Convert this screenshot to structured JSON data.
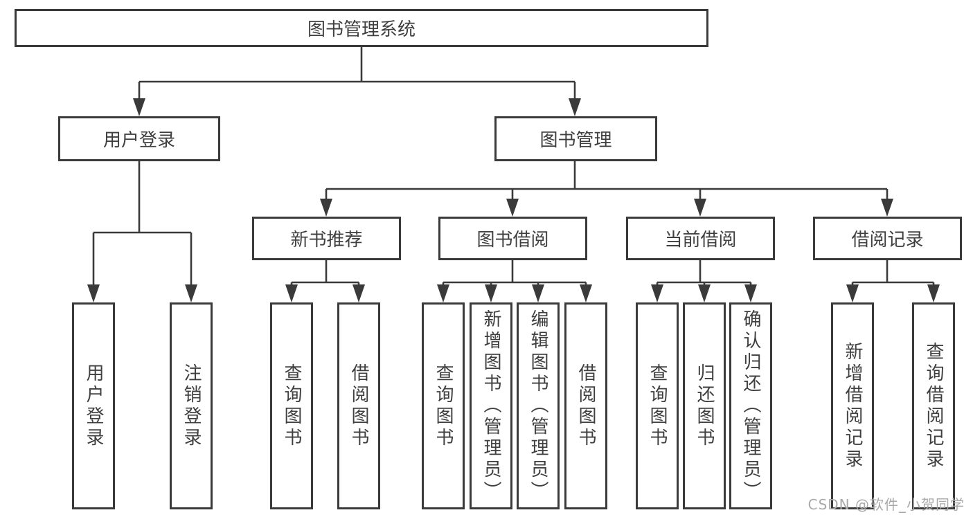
{
  "title": "图书管理系统",
  "tree": {
    "label": "图书管理系统",
    "children": [
      {
        "label": "用户登录",
        "children": [
          {
            "label": "用户登录"
          },
          {
            "label": "注销登录"
          }
        ]
      },
      {
        "label": "图书管理",
        "children": [
          {
            "label": "新书推荐",
            "children": [
              {
                "label": "查询图书"
              },
              {
                "label": "借阅图书"
              }
            ]
          },
          {
            "label": "图书借阅",
            "children": [
              {
                "label": "查询图书"
              },
              {
                "label": "新增图书（管理员）"
              },
              {
                "label": "编辑图书（管理员）"
              },
              {
                "label": "借阅图书"
              }
            ]
          },
          {
            "label": "当前借阅",
            "children": [
              {
                "label": "查询图书"
              },
              {
                "label": "归还图书"
              },
              {
                "label": "确认归还（管理员）"
              }
            ]
          },
          {
            "label": "借阅记录",
            "children": [
              {
                "label": "新增借阅记录"
              },
              {
                "label": "查询借阅记录"
              }
            ]
          }
        ]
      }
    ]
  },
  "watermark": {
    "text": "CSDN @软件_小贺同学"
  },
  "colors": {
    "line": "#3a3a3a",
    "text": "#3f3f3f",
    "watermark": "#a9a9a9",
    "background": "#ffffff"
  }
}
